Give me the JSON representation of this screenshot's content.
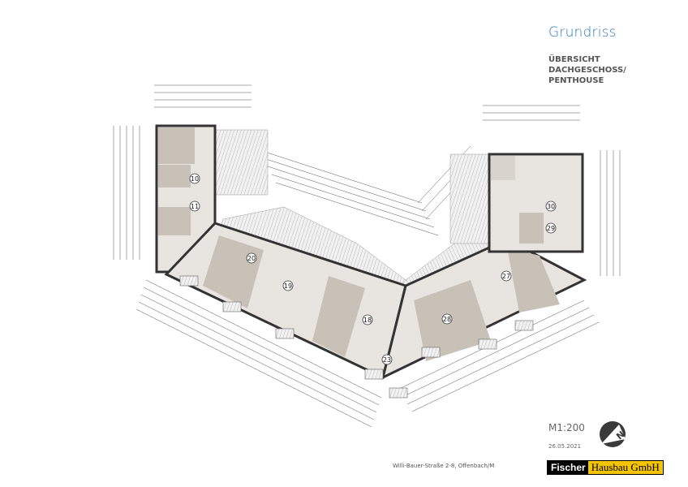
{
  "header": {
    "title": "Grundriss",
    "subtitle_lines": [
      "ÜBERSICHT",
      "DACHGESCHOSS/",
      "PENTHOUSE"
    ]
  },
  "footer": {
    "scale": "M1:200",
    "date": "26.05.2021",
    "address": "Willi-Bauer-Straße 2-8, Offenbach/M",
    "logo": {
      "part1": "Fischer",
      "part2": "Hausbau GmbH"
    },
    "north_icon": "north-arrow-icon"
  },
  "plan": {
    "unit_numbers": [
      "10",
      "11",
      "20",
      "19",
      "18",
      "23",
      "28",
      "27",
      "30",
      "29"
    ]
  },
  "colors": {
    "title": "#2f7cb8",
    "logo_yellow": "#f5c400",
    "room_dark": "#c8c1b8",
    "room_light": "#e8e5e1",
    "wall": "#333333"
  }
}
